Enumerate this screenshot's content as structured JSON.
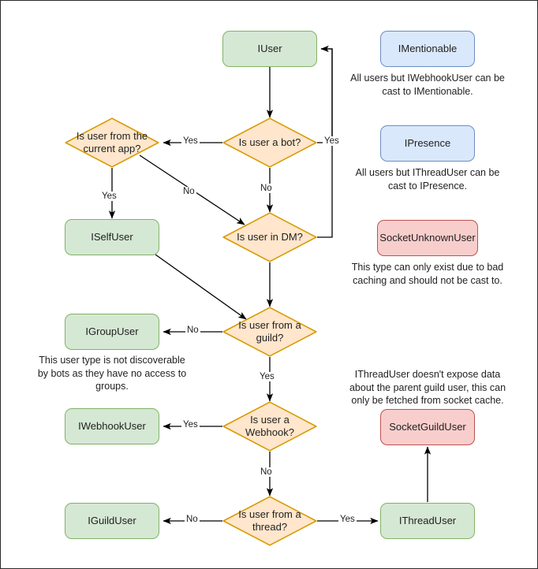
{
  "diagram": {
    "title": "Discord.Net user type casting flowchart",
    "background": "#ffffff",
    "border_color": "#2b2b2b",
    "palette": {
      "green_fill": "#d5e8d4",
      "green_stroke": "#82b366",
      "blue_fill": "#dae8fc",
      "blue_stroke": "#6c8ebf",
      "red_fill": "#f8cecc",
      "red_stroke": "#b85450",
      "orange_fill": "#ffe6cc",
      "orange_stroke": "#d79b00",
      "edge_stroke": "#000000",
      "text": "#1f1f1f"
    }
  },
  "nodes": {
    "iuser": {
      "label": "IUser",
      "type": "rect",
      "color": "green"
    },
    "is_bot": {
      "label": "Is user a bot?",
      "type": "diamond",
      "color": "orange"
    },
    "is_current_app": {
      "label": "Is user from the current app?",
      "type": "diamond",
      "color": "orange"
    },
    "iselfuser": {
      "label": "ISelfUser",
      "type": "rect",
      "color": "green"
    },
    "is_dm": {
      "label": "Is user in DM?",
      "type": "diamond",
      "color": "orange"
    },
    "is_guild": {
      "label": "Is user from a guild?",
      "type": "diamond",
      "color": "orange"
    },
    "igroupuser": {
      "label": "IGroupUser",
      "type": "rect",
      "color": "green"
    },
    "is_webhook": {
      "label": "Is user a Webhook?",
      "type": "diamond",
      "color": "orange"
    },
    "iwebhookuser": {
      "label": "IWebhookUser",
      "type": "rect",
      "color": "green"
    },
    "is_thread": {
      "label": "Is user from a thread?",
      "type": "diamond",
      "color": "orange"
    },
    "iguilduser": {
      "label": "IGuildUser",
      "type": "rect",
      "color": "green"
    },
    "ithreaduser": {
      "label": "IThreadUser",
      "type": "rect",
      "color": "green"
    },
    "imentionable": {
      "label": "IMentionable",
      "type": "rect",
      "color": "blue"
    },
    "ipresence": {
      "label": "IPresence",
      "type": "rect",
      "color": "blue"
    },
    "socketunknownuser": {
      "label": "SocketUnknownUser",
      "type": "rect",
      "color": "red"
    },
    "socketguilduser": {
      "label": "SocketGuildUser",
      "type": "rect",
      "color": "red"
    }
  },
  "notes": {
    "imentionable_note": "All users but IWebhookUser can be cast to IMentionable.",
    "ipresence_note": "All users but IThreadUser can be cast to IPresence.",
    "socketunknownuser_note": "This type can only exist due to bad caching and should not be cast to.",
    "igroupuser_note": "This user type is not discoverable by bots as they have no access to groups.",
    "socketguilduser_note": "IThreadUser doesn't expose data about the parent guild user, this can only be fetched from socket cache."
  },
  "edge_labels": {
    "bot_yes_to_current_app": "Yes",
    "bot_yes_to_iuser": "Yes",
    "bot_no_to_dm": "No",
    "current_app_yes": "Yes",
    "current_app_no": "No",
    "guild_no": "No",
    "guild_yes": "Yes",
    "webhook_yes": "Yes",
    "webhook_no": "No",
    "thread_no": "No",
    "thread_yes": "Yes"
  }
}
